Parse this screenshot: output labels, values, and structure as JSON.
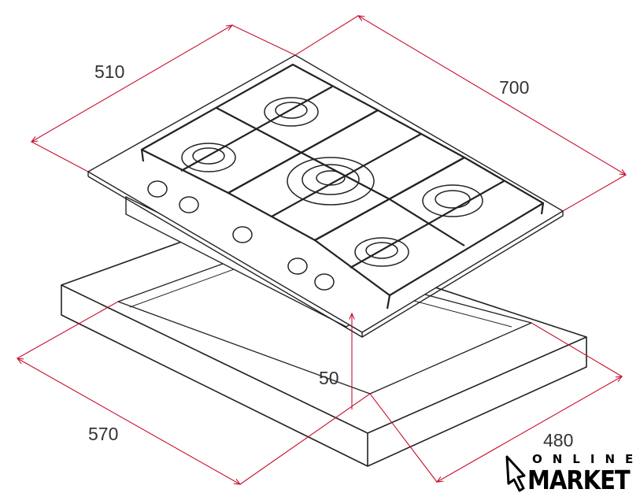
{
  "dimensions": {
    "depth_hob": "510",
    "width_hob": "700",
    "height_above": "50",
    "cutout_width": "570",
    "cutout_depth": "480"
  },
  "logo": {
    "line1": "ONLINE",
    "line2": "MARKET"
  },
  "colors": {
    "dimension": "#c8102e",
    "line": "#222222"
  }
}
